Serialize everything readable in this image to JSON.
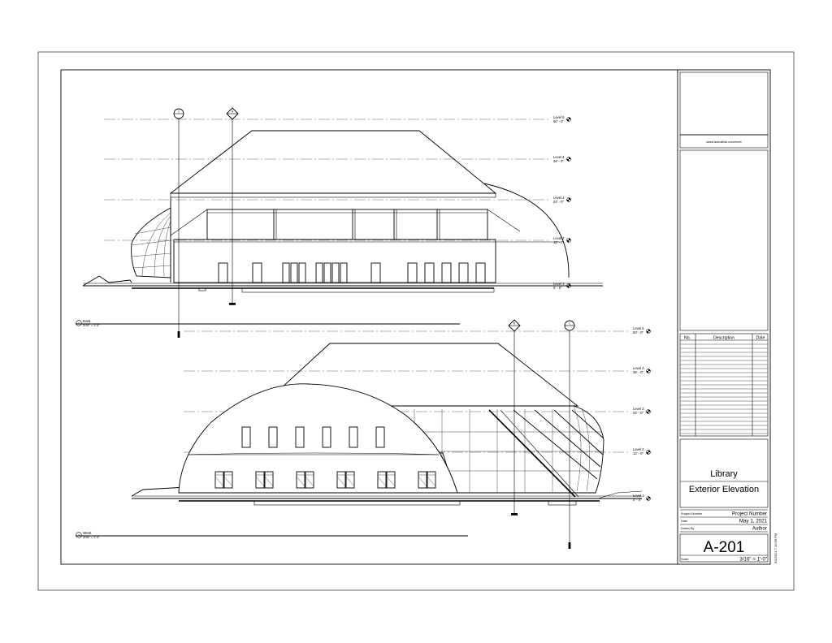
{
  "sheet": {
    "website": "www.autodesk.com/revit",
    "revision_headers": [
      "No.",
      "Description",
      "Date"
    ],
    "project_name": "Library",
    "drawing_title": "Exterior Elevation",
    "fields": [
      {
        "label": "Project Number",
        "value": "Project Number"
      },
      {
        "label": "Date",
        "value": "May 1, 2021"
      },
      {
        "label": "Drawn By",
        "value": "Author"
      }
    ],
    "sheet_number": "A-201",
    "scale_label": "Scale",
    "scale_value": "3/16\" = 1'-0\"",
    "plot_stamp": "5/1/2021 7:10:56 PM"
  },
  "views": [
    {
      "number": "1",
      "name": "East",
      "scale": "3/16\" = 1'-0\"",
      "grid_tags": [
        "1",
        "A"
      ],
      "levels": [
        {
          "name": "Level 5",
          "elev": "50' - 0\""
        },
        {
          "name": "Level 4",
          "elev": "36' - 0\""
        },
        {
          "name": "Level 3",
          "elev": "24' - 0\""
        },
        {
          "name": "Level 2",
          "elev": "12' - 0\""
        },
        {
          "name": "Level 1",
          "elev": "0' - 0\""
        }
      ]
    },
    {
      "number": "2",
      "name": "West",
      "scale": "3/16\" = 1'-0\"",
      "grid_tags": [
        "A",
        "1"
      ],
      "levels": [
        {
          "name": "Level 5",
          "elev": "50' - 0\""
        },
        {
          "name": "Level 4",
          "elev": "36' - 0\""
        },
        {
          "name": "Level 3",
          "elev": "24' - 0\""
        },
        {
          "name": "Level 2",
          "elev": "12' - 0\""
        },
        {
          "name": "Level 1",
          "elev": "0' - 0\""
        }
      ]
    }
  ]
}
